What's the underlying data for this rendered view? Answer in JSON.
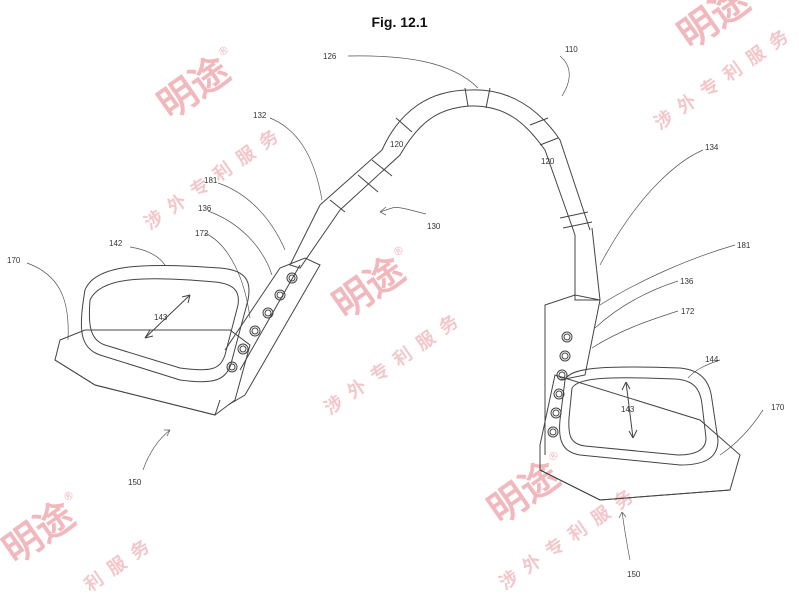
{
  "figure": {
    "title": "Fig. 12.1"
  },
  "labels": {
    "l110": "110",
    "l126": "126",
    "l132": "132",
    "l120a": "120",
    "l120b": "120",
    "l134": "134",
    "l181a": "181",
    "l130": "130",
    "l136a": "136",
    "l172a": "172",
    "l142": "142",
    "l170a": "170",
    "l143a": "143",
    "l181b": "181",
    "l136b": "136",
    "l172b": "172",
    "l144": "144",
    "l143b": "143",
    "l170b": "170",
    "l150a": "150",
    "l150b": "150"
  },
  "watermark": {
    "brand": "明途",
    "service": "涉外专利服务",
    "service_short": "利服务",
    "registered": "®"
  },
  "colors": {
    "line": "#444444",
    "watermark": "#f1b9bd"
  }
}
